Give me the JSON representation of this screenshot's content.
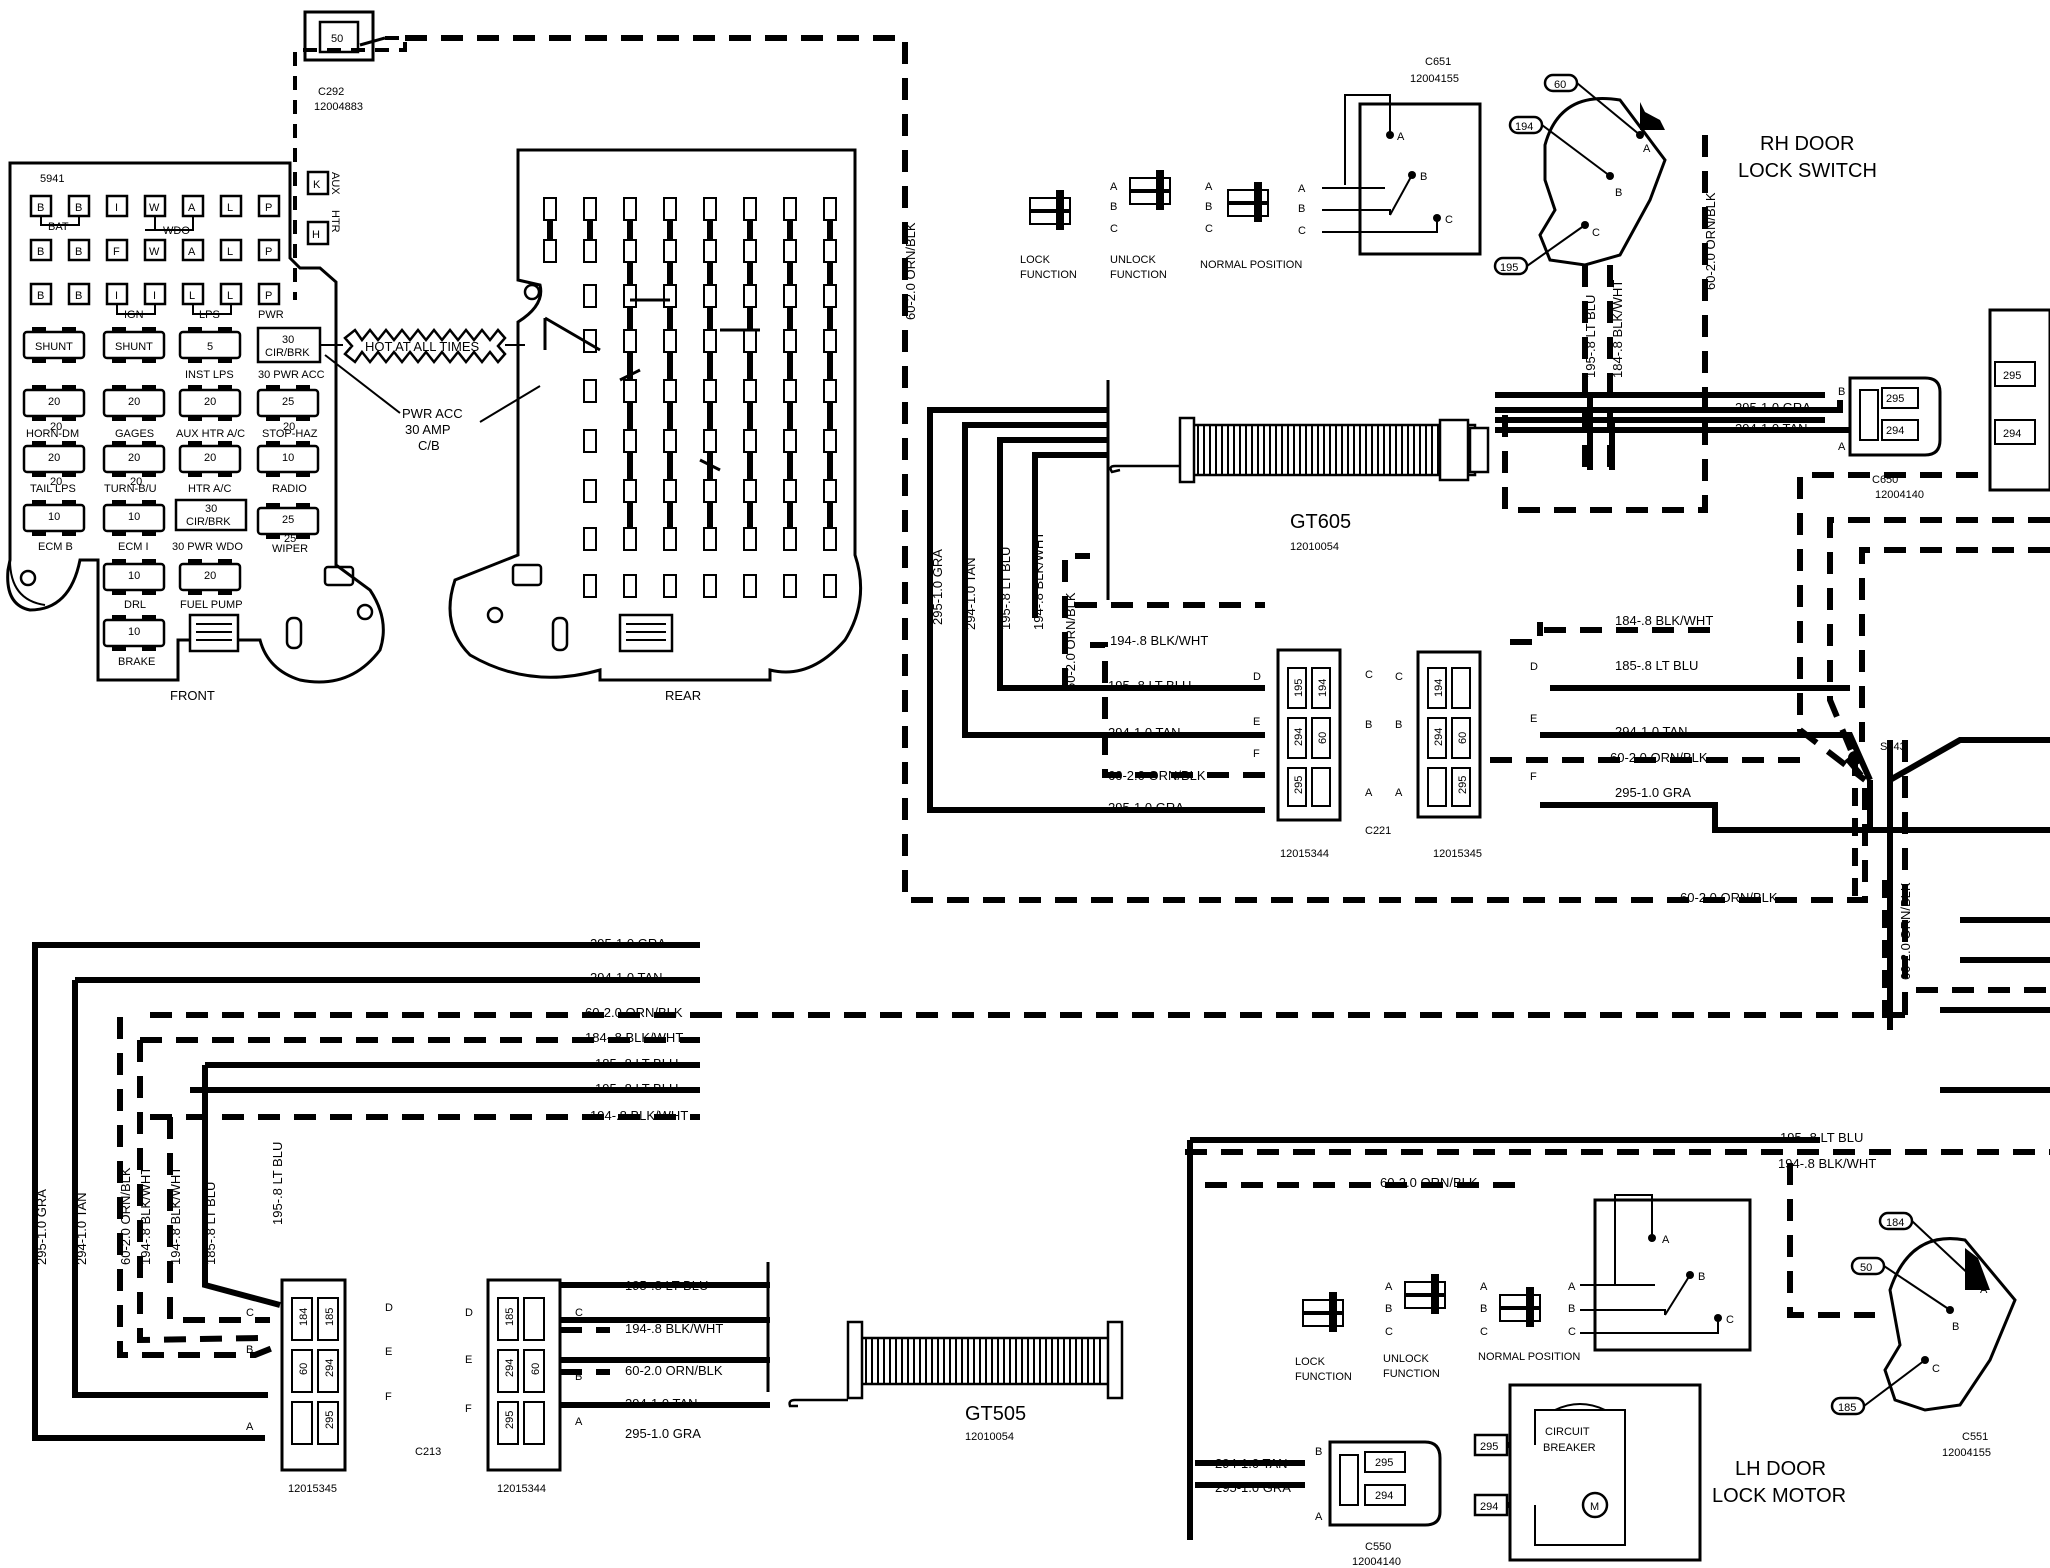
{
  "labels": {
    "rh_door_line1": "RH DOOR",
    "rh_door_line2": "LOCK SWITCH",
    "lh_door_line1": "LH DOOR",
    "lh_door_line2": "LOCK MOTOR",
    "front": "FRONT",
    "rear": "REAR",
    "hot_at_all_times": "HOT AT ALL TIMES",
    "pwr_acc_1": "PWR ACC",
    "pwr_acc_2": "30 AMP",
    "pwr_acc_3": "C/B",
    "lock_function_1": "LOCK",
    "lock_function_2": "FUNCTION",
    "unlock_function_1": "UNLOCK",
    "unlock_function_2": "FUNCTION",
    "normal_position": "NORMAL POSITION",
    "circuit_breaker_1": "CIRCUIT",
    "circuit_breaker_2": "BREAKER",
    "motor": "M",
    "s243": "S243",
    "c221": "C221",
    "c213": "C213",
    "aux": "AUX",
    "htr": "HTR",
    "k": "K",
    "h": "H",
    "code_5941": "5941"
  },
  "connectors": {
    "c292": {
      "name": "C292",
      "part": "12004883",
      "pin": "50"
    },
    "c651": {
      "name": "C651",
      "part": "12004155"
    },
    "c650": {
      "name": "C650",
      "part": "12004140"
    },
    "c551": {
      "name": "C551",
      "part": "12004155"
    },
    "c550": {
      "name": "C550",
      "part": "12004140"
    },
    "gt605": {
      "name": "GT605",
      "part": "12010054"
    },
    "gt505": {
      "name": "GT505",
      "part": "12010054"
    },
    "p12015344_top": "12015344",
    "p12015345_top": "12015345",
    "p12015345_bot": "12015345",
    "p12015344_bot": "12015344"
  },
  "circuits": {
    "c295_gra": "295-1.0 GRA",
    "c294_tan": "294-1.0 TAN",
    "c60_orn": "60-2.0 ORN/BLK",
    "c184_blk": "184-.8 BLK/WHT",
    "c194_blk": "194-.8 BLK/WHT",
    "c195_blu": "195-.8 LT BLU",
    "c185_blu": "185-.8 LT BLU"
  },
  "pins": [
    "A",
    "B",
    "C",
    "D",
    "E",
    "F"
  ],
  "wire_nums": [
    "60",
    "194",
    "195",
    "295",
    "294",
    "185",
    "184",
    "50"
  ],
  "fuse_front": {
    "row1": [
      "B",
      "B",
      "I",
      "W",
      "A",
      "L",
      "P"
    ],
    "row2": [
      "B",
      "B",
      "F",
      "W",
      "A",
      "L",
      "P"
    ],
    "row3": [
      "B",
      "B",
      "I",
      "I",
      "L",
      "L",
      "P"
    ],
    "bat": "BAT",
    "wdo": "WDO",
    "ign": "IGN",
    "lps": "LPS",
    "pwr": "PWR",
    "shunt": "SHUNT",
    "cb30": "30",
    "cir_brk": "CIR/BRK",
    "f5": "5",
    "inst_lps": "INST LPS",
    "pwr_acc_30": "30 PWR ACC",
    "f20": "20",
    "horn_dm": "HORN-DM",
    "gages": "GAGES",
    "aux_htr": "AUX HTR A/C",
    "f25": "25",
    "stop_haz": "STOP-HAZ",
    "tail_lps": "TAIL LPS",
    "turn_bu": "TURN-B/U",
    "htr_ac": "HTR A/C",
    "f10": "10",
    "radio": "RADIO",
    "ecm_b": "ECM B",
    "ecm_i": "ECM I",
    "pwr_wdo_30": "30 PWR WDO",
    "wiper": "WIPER",
    "drl": "DRL",
    "fuel_pump": "FUEL PUMP",
    "brake": "BRAKE"
  }
}
